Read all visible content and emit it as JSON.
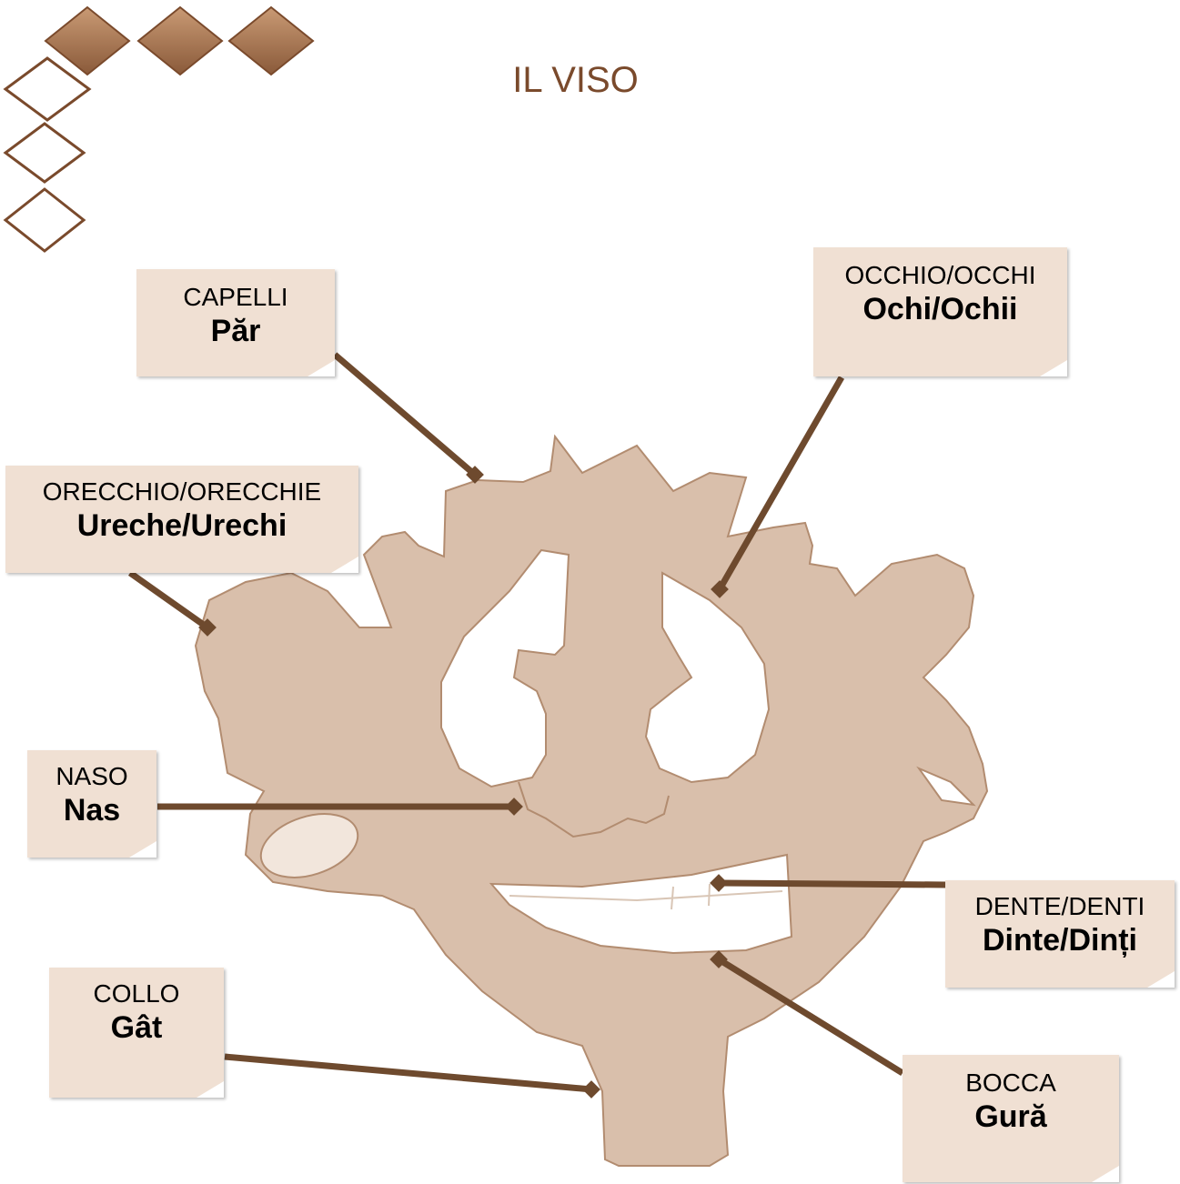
{
  "title": "IL VISO",
  "colors": {
    "face": "#d9bfab",
    "face_edge": "#b28c70",
    "connector": "#6e4a2e",
    "note_bg": "#f0e0d3",
    "diamond_filled": "#9a6a48",
    "diamond_outline": "#7a4a2c",
    "title_color": "#7a4a2c"
  },
  "labels": {
    "hair": {
      "italian": "CAPELLI",
      "romanian": "Păr"
    },
    "eye": {
      "italian": "OCCHIO/OCCHI",
      "romanian": "Ochi/Ochii"
    },
    "ear": {
      "italian": "ORECCHIO/ORECCHIE",
      "romanian": "Ureche/Urechi"
    },
    "nose": {
      "italian": "NASO",
      "romanian": "Nas"
    },
    "tooth": {
      "italian": "DENTE/DENTI",
      "romanian": "Dinte/Dinți"
    },
    "neck": {
      "italian": "COLLO",
      "romanian": "Gât"
    },
    "mouth": {
      "italian": "BOCCA",
      "romanian": "Gură"
    }
  },
  "decoration": {
    "icon": "diamond-icon",
    "filled_count": 3,
    "outline_count": 3
  }
}
